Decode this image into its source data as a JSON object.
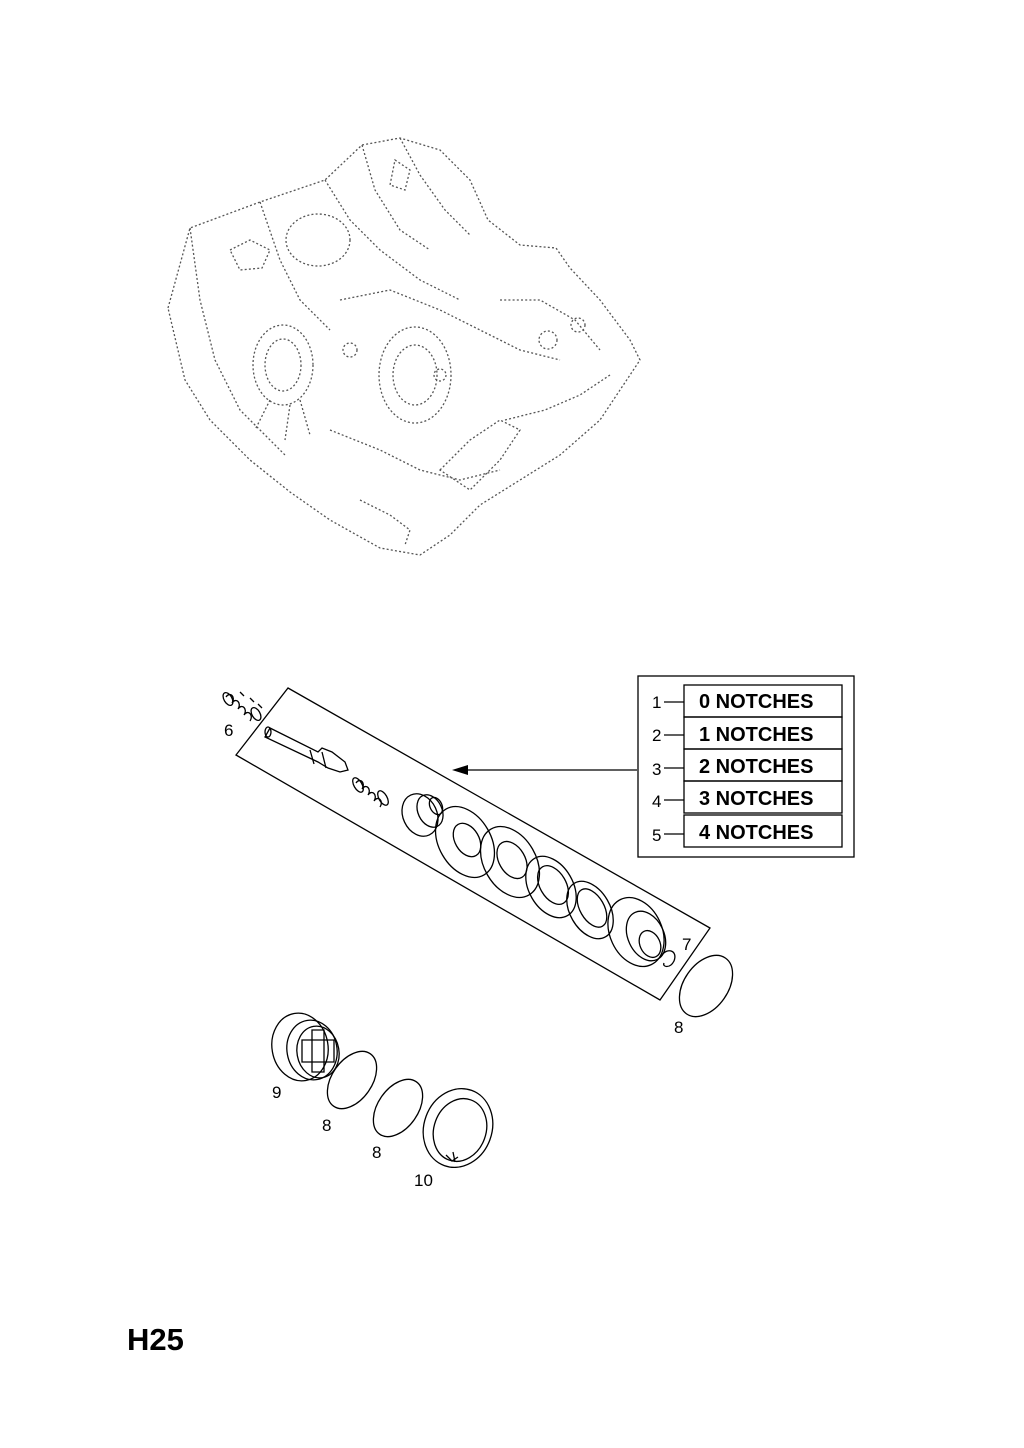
{
  "diagram": {
    "page_code": "H25",
    "notch_table": [
      {
        "num": "1",
        "text": "0 NOTCHES"
      },
      {
        "num": "2",
        "text": "1 NOTCHES"
      },
      {
        "num": "3",
        "text": "2 NOTCHES"
      },
      {
        "num": "4",
        "text": "3 NOTCHES"
      },
      {
        "num": "5",
        "text": "4 NOTCHES"
      }
    ],
    "callouts": {
      "c6": "6",
      "c7": "7",
      "c8a": "8",
      "c8b": "8",
      "c8c": "8",
      "c9": "9",
      "c10": "10"
    }
  }
}
